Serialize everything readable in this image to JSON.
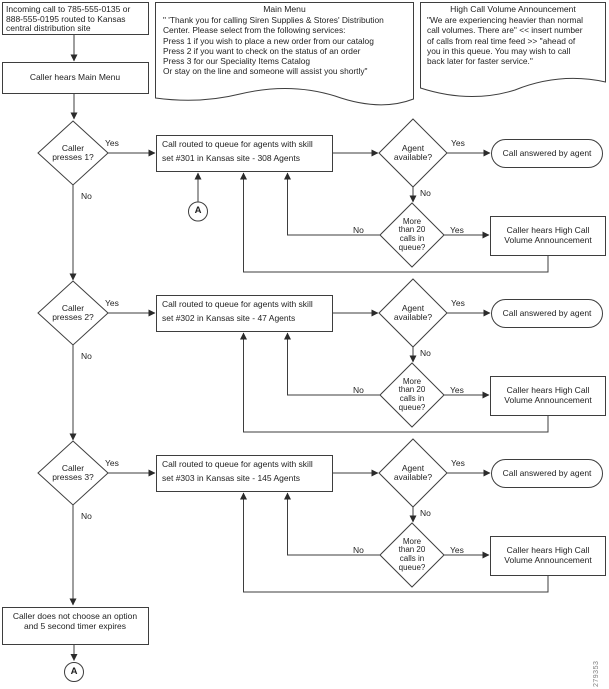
{
  "labels": {
    "yes": "Yes",
    "no": "No",
    "connector": "A"
  },
  "start": {
    "incoming": "Incoming call to 785-555-0135 or\n888-555-0195 routed to Kansas\ncentral distribution site",
    "caller_hears": "Caller hears Main Menu"
  },
  "main_menu_note": {
    "title": "Main Menu",
    "body": "\" 'Thank you for calling Siren Supplies & Stores' Distribution\nCenter. Please select from the following services:\nPress 1 if you wish to place a new order from our catalog\nPress 2 if you want to check on the status of an order\nPress 3 for our Speciality Items Catalog\nOr stay on the line and someone will assist you shortly\""
  },
  "high_call_volume_note": {
    "title": "High Call Volume Announcement",
    "body": "\"We are experiencing heavier than normal\ncall volumes. There are\" << insert number\nof calls from real time feed >> \"ahead of\nyou in this queue. You may wish to call\nback later for faster service.\""
  },
  "rows": [
    {
      "question": "Caller\npresses 1?",
      "route": "Call routed to queue for agents with skill\nset #301 in Kansas site - 308 Agents",
      "agent": "Agent\navailable?",
      "answered": "Call answered by agent",
      "queue": "More\nthan 20\ncalls in\nqueue?",
      "hcva": "Caller hears High Call\nVolume Announcement"
    },
    {
      "question": "Caller\npresses 2?",
      "route": "Call routed to queue for agents with skill\nset #302 in Kansas site - 47 Agents",
      "agent": "Agent\navailable?",
      "answered": "Call answered by agent",
      "queue": "More\nthan 20\ncalls in\nqueue?",
      "hcva": "Caller hears High Call\nVolume Announcement"
    },
    {
      "question": "Caller\npresses 3?",
      "route": "Call routed to queue for agents with skill\nset #303 in Kansas site - 145 Agents",
      "agent": "Agent\navailable?",
      "answered": "Call answered by agent",
      "queue": "More\nthan 20\ncalls in\nqueue?",
      "hcva": "Caller hears High Call\nVolume Announcement"
    }
  ],
  "timeout": "Caller does not choose an option\nand 5 second timer expires",
  "figure_id": "279353",
  "colors": {
    "stroke": "#3e3e3e",
    "text": "#1f1f1f",
    "watermark": "#808080"
  }
}
